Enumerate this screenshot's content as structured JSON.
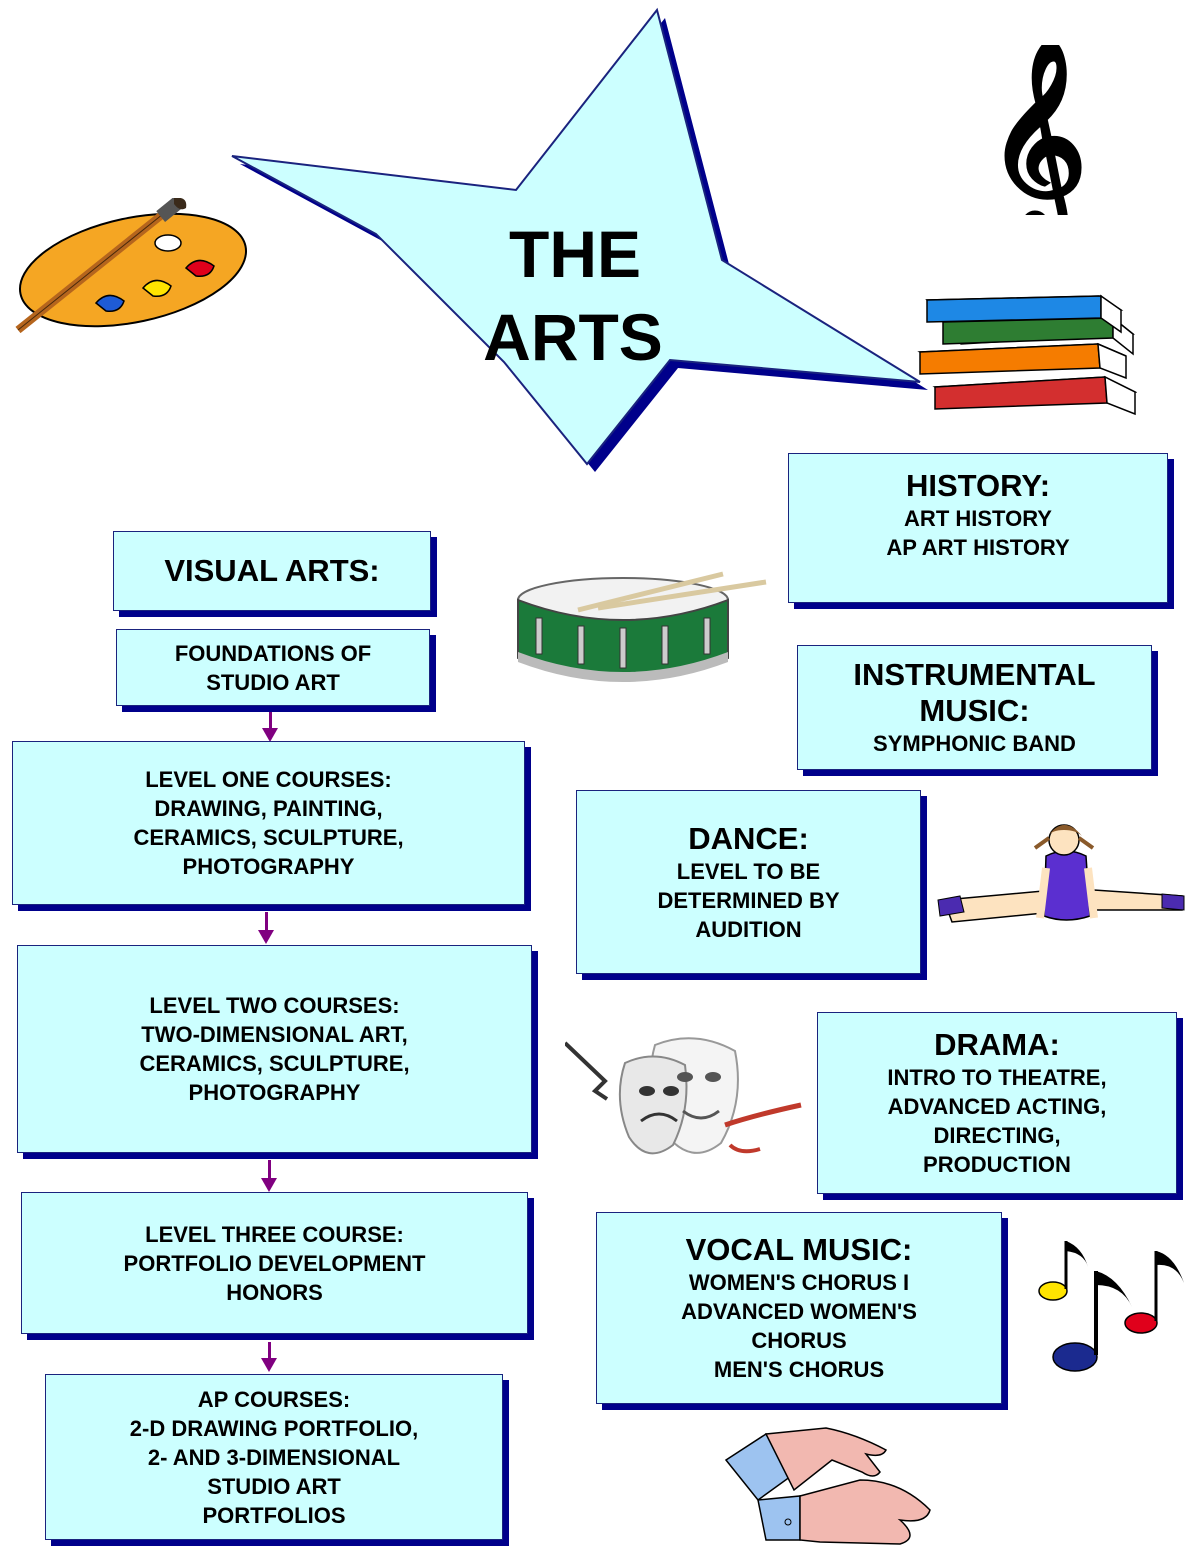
{
  "title": {
    "line1": "THE",
    "line2": "ARTS"
  },
  "visual_arts": {
    "heading": "VISUAL ARTS:",
    "foundations": [
      "FOUNDATIONS OF",
      "STUDIO ART"
    ],
    "level_one": [
      "LEVEL ONE COURSES:",
      "DRAWING, PAINTING,",
      "CERAMICS, SCULPTURE,",
      "PHOTOGRAPHY"
    ],
    "level_two": [
      "LEVEL TWO COURSES:",
      "TWO-DIMENSIONAL ART,",
      "CERAMICS, SCULPTURE,",
      "PHOTOGRAPHY"
    ],
    "level_three": [
      "LEVEL THREE COURSE:",
      "PORTFOLIO DEVELOPMENT",
      "HONORS"
    ],
    "ap": [
      "AP COURSES:",
      "2-D DRAWING PORTFOLIO,",
      "2- AND 3-DIMENSIONAL",
      "STUDIO ART",
      "PORTFOLIOS"
    ]
  },
  "history": {
    "heading": "HISTORY:",
    "items": [
      "ART HISTORY",
      "AP ART HISTORY"
    ]
  },
  "instrumental": {
    "heading": [
      "INSTRUMENTAL",
      "MUSIC:"
    ],
    "items": [
      "SYMPHONIC BAND"
    ]
  },
  "dance": {
    "heading": "DANCE:",
    "items": [
      "LEVEL TO BE",
      "DETERMINED BY",
      "AUDITION"
    ]
  },
  "drama": {
    "heading": "DRAMA:",
    "items": [
      "INTRO TO THEATRE,",
      "ADVANCED ACTING,",
      "DIRECTING,",
      "PRODUCTION"
    ]
  },
  "vocal": {
    "heading": "VOCAL MUSIC:",
    "items": [
      "WOMEN'S CHORUS I",
      "ADVANCED WOMEN'S",
      "CHORUS",
      "MEN'S CHORUS"
    ]
  },
  "colors": {
    "box_fill": "#ccffff",
    "box_shadow": "#00008b",
    "arrow": "#800080",
    "star_fill": "#ccffff"
  },
  "icons": [
    "palette-icon",
    "treble-clef-icon",
    "books-icon",
    "snare-drum-icon",
    "dancer-icon",
    "theatre-masks-icon",
    "music-notes-icon",
    "clapping-hands-icon"
  ]
}
